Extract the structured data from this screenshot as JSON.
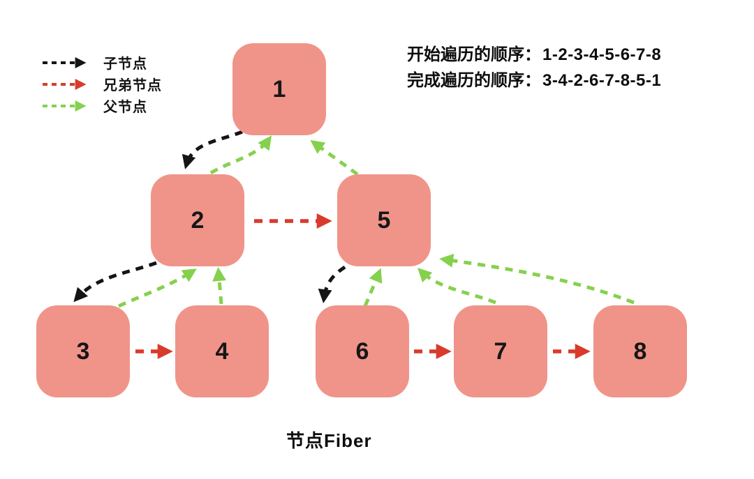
{
  "legend": {
    "items": [
      {
        "id": "child",
        "label": "子节点",
        "color": "#151515"
      },
      {
        "id": "sibling",
        "label": "兄弟节点",
        "color": "#D83B2B"
      },
      {
        "id": "parent",
        "label": "父节点",
        "color": "#85D14E"
      }
    ]
  },
  "traversal": {
    "start_label": "开始遍历的顺序：",
    "start_order": "1-2-3-4-5-6-7-8",
    "finish_label": "完成遍历的顺序：",
    "finish_order": "3-4-2-6-7-8-5-1"
  },
  "nodes": [
    {
      "label": "1"
    },
    {
      "label": "2"
    },
    {
      "label": "3"
    },
    {
      "label": "4"
    },
    {
      "label": "5"
    },
    {
      "label": "6"
    },
    {
      "label": "7"
    },
    {
      "label": "8"
    }
  ],
  "caption": "节点Fiber",
  "colors": {
    "node_fill": "#F09489",
    "child_arrow": "#151515",
    "sibling_arrow": "#D83B2B",
    "parent_arrow": "#85D14E"
  }
}
